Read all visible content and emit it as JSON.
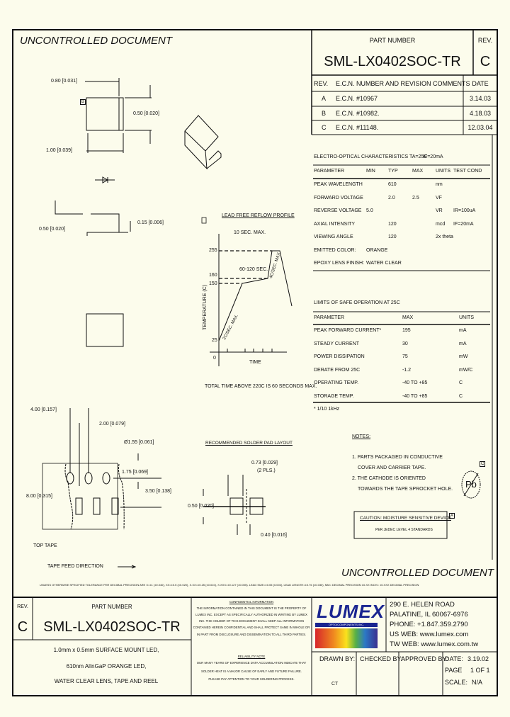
{
  "watermark": "UNCONTROLLED DOCUMENT",
  "title_block": {
    "part_number_label": "PART NUMBER",
    "part_number": "SML-LX0402SOC-TR",
    "rev_label": "REV.",
    "rev": "C"
  },
  "revisions": {
    "headers": [
      "REV.",
      "E.C.N. NUMBER AND REVISION COMMENTS",
      "DATE"
    ],
    "rows": [
      {
        "rev": "A",
        "ecn": "E.C.N. #10967",
        "date": "3.14.03"
      },
      {
        "rev": "B",
        "ecn": "E.C.N. #10982.",
        "date": "4.18.03"
      },
      {
        "rev": "C",
        "ecn": "E.C.N. #11148.",
        "date": "12.03.04"
      }
    ]
  },
  "electro_optical": {
    "title": "ELECTRO-OPTICAL CHARACTERISTICS TA=25C",
    "condition": "IF=20mA",
    "headers": [
      "PARAMETER",
      "MIN",
      "TYP",
      "MAX",
      "UNITS",
      "TEST COND"
    ],
    "rows": [
      [
        "PEAK WAVELENGTH",
        "",
        "610",
        "",
        "nm",
        ""
      ],
      [
        "FORWARD VOLTAGE",
        "",
        "2.0",
        "2.5",
        "VF",
        ""
      ],
      [
        "REVERSE VOLTAGE",
        "5.0",
        "",
        "",
        "VR",
        "IR=100uA"
      ],
      [
        "AXIAL INTENSITY",
        "",
        "120",
        "",
        "mcd",
        "IF=20mA"
      ],
      [
        "VIEWING ANGLE",
        "",
        "120",
        "",
        "2x theta",
        ""
      ],
      [
        "EMITTED COLOR:",
        "ORANGE",
        "",
        "",
        "",
        ""
      ],
      [
        "EPOXY LENS FINISH:",
        "WATER CLEAR",
        "",
        "",
        "",
        ""
      ]
    ]
  },
  "limits": {
    "title": "LIMITS OF SAFE OPERATION AT 25C",
    "headers": [
      "PARAMETER",
      "MAX",
      "UNITS"
    ],
    "rows": [
      [
        "PEAK FORWARD CURRENT*",
        "195",
        "mA"
      ],
      [
        "STEADY CURRENT",
        "30",
        "mA"
      ],
      [
        "POWER DISSIPATION",
        "75",
        "mW"
      ],
      [
        "DERATE FROM 25C",
        "-1.2",
        "mW/C"
      ],
      [
        "OPERATING TEMP.",
        "-40 TO +85",
        "C"
      ],
      [
        "STORAGE TEMP.",
        "-40 TO +85",
        "C"
      ]
    ],
    "footnote": "* 1/10 1kHz"
  },
  "reflow": {
    "title": "LEAD FREE REFLOW PROFILE",
    "marker": "C",
    "ylabel": "TEMPERATURE (C)",
    "xlabel": "TIME",
    "ticks": [
      "255",
      "160",
      "150",
      "25",
      "0"
    ],
    "annotations": [
      "10 SEC. MAX.",
      "60-120 SEC.",
      "2C/SEC. MAX.",
      "4C/SEC. MAX."
    ],
    "note": "TOTAL TIME ABOVE 220C IS 60 SECONDS MAX."
  },
  "dims": {
    "d1": "0.80 [0.031]",
    "d2": "0.50 [0.020]",
    "d3": "1.00 [0.039]",
    "d4": "0.50 [0.020]",
    "d5": "0.15 [0.006]",
    "marker_b": "B"
  },
  "tape": {
    "d1": "4.00 [0.157]",
    "d2": "2.00 [0.079]",
    "d3": "Ø1.55 [0.061]",
    "d4": "1.75 [0.069]",
    "d5": "3.50 [0.138]",
    "d6": "8.00 [0.315]",
    "top_tape": "TOP TAPE",
    "feed": "TAPE FEED DIRECTION"
  },
  "pad_layout": {
    "title": "RECOMMENDED SOLDER PAD LAYOUT",
    "d1": "0.73 [0.029]",
    "d1b": "(2 PLS.)",
    "d2": "0.50 [0.020]",
    "d3": "0.40 [0.016]"
  },
  "notes": {
    "title": "NOTES:",
    "items": [
      "1. PARTS PACKAGED IN CONDUCTIVE",
      "   COVER AND CARRIER TAPE.",
      "2. THE CATHODE IS ORIENTED",
      "   TOWARDS THE TAPE SPROCKET HOLE."
    ],
    "pb_marker": "C",
    "pb_symbol": "Pb",
    "caution": "CAUTION: MOISTURE SENSITIVE DEVICE",
    "caution_sub": "PER JEDEC LEVEL 4 STANDARDS",
    "caution_marker": "A"
  },
  "tolerance": "UNLESS OTHERWISE SPECIFIED TOLERANCE PER DECIMAL PRECISION ARE X=±1 (±0.040), XX=±0.5 (±0.020), X.XX=±0.25 (±0.010), X.XXX=±0.127 (±0.005). LEAD SIZE=±0.05 (0.002), LEAD LENGTH=±0.76 (±0.030), MM= DECIMAL PRECISION ±0.XX  INCH= ±0.XXX DECIMAL PRECISION",
  "footer": {
    "rev_label": "REV.",
    "rev": "C",
    "part_number_label": "PART NUMBER",
    "part_number": "SML-LX0402SOC-TR",
    "description": [
      "1.0mm x 0.5mm SURFACE MOUNT LED,",
      "610nm AlInGaP ORANGE LED,",
      "WATER CLEAR LENS, TAPE AND REEL"
    ],
    "confidential_title": "CONFIDENTIAL INFORMATION",
    "confidential_text": [
      "THE INFORMATION CONTAINED IN THIS DOCUMENT IS THE PROPERTY OF",
      "LUMEX INC. EXCEPT AS SPECIFICALLY AUTHORIZED IN WRITING BY LUMEX",
      "INC. THE HOLDER OF THIS DOCUMENT SHALL KEEP ALL INFORMATION",
      "CONTAINED HEREIN CONFIDENTIAL AND SHALL PROTECT SAME IN WHOLE OR",
      "IN PART FROM DISCLOSURE AND DISSEMINATION TO ALL THIRD PARTIES."
    ],
    "reliability_title": "RELIABILITY NOTE",
    "reliability_text": [
      "OUR MANY YEARS OF EXPERIENCE DATA ACCUMULATION INDICATE THAT",
      "SOLDER HEAT IS A MAJOR CAUSE OF EARLY AND FUTURE FAILURE.",
      "PLEASE PAY ATTENTION TO YOUR SOLDERING PROCESS."
    ],
    "logo_text": "LUMEX",
    "logo_sub": "OPTO/COMPONENTS INC.",
    "address": [
      "290 E. HELEN ROAD",
      "PALATINE, IL 60067-6976",
      "PHONE: +1.847.359.2790",
      "US WEB: www.lumex.com",
      "TW WEB: www.lumex.com.tw"
    ],
    "drawn_by_label": "DRAWN BY:",
    "drawn_by": "CT",
    "checked_by_label": "CHECKED BY:",
    "approved_by_label": "APPROVED BY:",
    "date_label": "DATE:",
    "date": "3.19.02",
    "page_label": "PAGE",
    "page": "1 OF 1",
    "scale_label": "SCALE:",
    "scale": "N/A"
  },
  "colors": {
    "background": "#fcfcec",
    "line": "#111111",
    "logo_blue": "#1a2590"
  }
}
